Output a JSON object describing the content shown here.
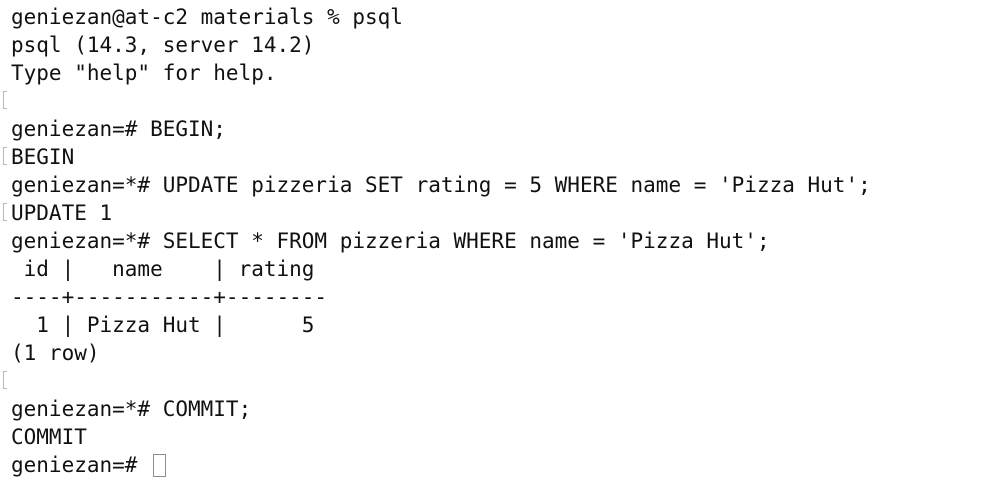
{
  "terminal": {
    "lines": [
      {
        "text": "geniezan@at-c2 materials % psql",
        "mark": false
      },
      {
        "text": "psql (14.3, server 14.2)",
        "mark": false
      },
      {
        "text": "Type \"help\" for help.",
        "mark": false
      },
      {
        "text": "",
        "mark": true
      },
      {
        "text": "geniezan=# BEGIN;",
        "mark": false
      },
      {
        "text": "BEGIN",
        "mark": true
      },
      {
        "text": "geniezan=*# UPDATE pizzeria SET rating = 5 WHERE name = 'Pizza Hut';",
        "mark": false
      },
      {
        "text": "UPDATE 1",
        "mark": true
      },
      {
        "text": "geniezan=*# SELECT * FROM pizzeria WHERE name = 'Pizza Hut';",
        "mark": false
      },
      {
        "text": " id |   name    | rating",
        "mark": false
      },
      {
        "text": "----+-----------+--------",
        "mark": false
      },
      {
        "text": "  1 | Pizza Hut |      5",
        "mark": false
      },
      {
        "text": "(1 row)",
        "mark": false
      },
      {
        "text": "",
        "mark": true
      },
      {
        "text": "geniezan=*# COMMIT;",
        "mark": false
      },
      {
        "text": "COMMIT",
        "mark": false
      }
    ],
    "prompt": "geniezan=# "
  }
}
